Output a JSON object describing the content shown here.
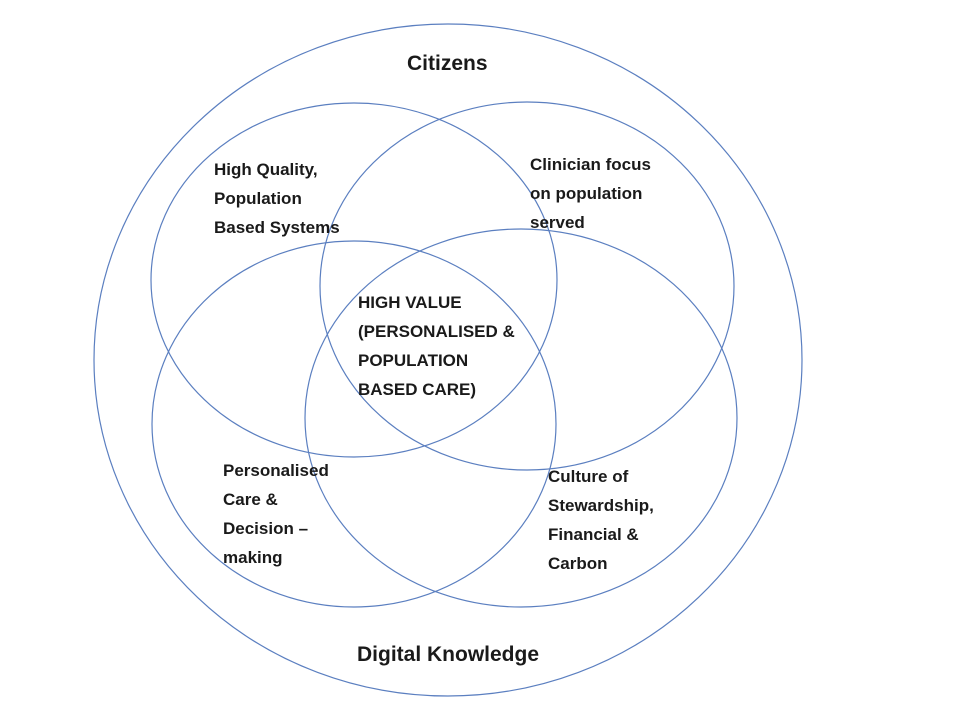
{
  "outer_top_label": "Citizens",
  "outer_bottom_label": "Digital Knowledge",
  "circles": {
    "top_left": [
      "High Quality,",
      "Population",
      "Based Systems"
    ],
    "top_right": [
      "Clinician focus",
      "on population",
      "served"
    ],
    "bottom_left": [
      "Personalised",
      "Care &",
      "Decision –",
      "making"
    ],
    "bottom_right": [
      "Culture of",
      "Stewardship,",
      "Financial &",
      "Carbon"
    ]
  },
  "center": [
    "HIGH VALUE",
    "(PERSONALISED &",
    "POPULATION",
    "BASED CARE)"
  ],
  "colors": {
    "stroke": "#5b7fc0",
    "text": "#1a1a1a",
    "background": "#ffffff"
  }
}
